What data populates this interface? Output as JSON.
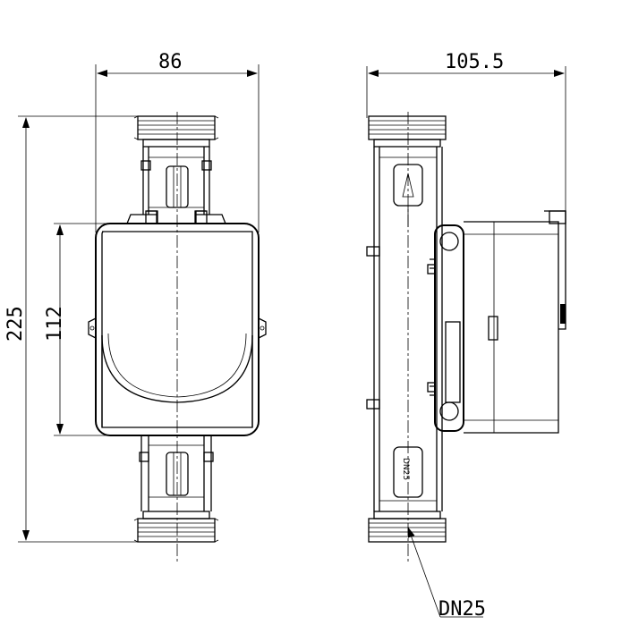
{
  "dimensions": {
    "front_width": "86",
    "front_height_total": "225",
    "front_body_height": "112",
    "side_width": "105.5"
  },
  "labels": {
    "body_marking": "DN25",
    "callout": "DN25"
  }
}
